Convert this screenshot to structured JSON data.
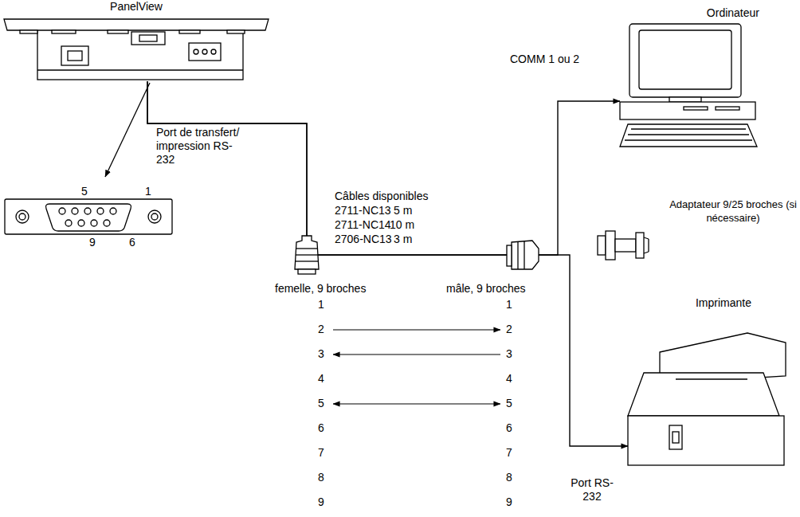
{
  "diagram": {
    "nodes": [
      {
        "text": [
          "PanelView"
        ]
      },
      {
        "text": [
          "Ordinateur"
        ]
      },
      {
        "text": [
          "Imprimante"
        ]
      }
    ],
    "edges": [
      {
        "from": 0,
        "to": 1,
        "arrow": "to"
      },
      {
        "from": 0,
        "to": 2,
        "arrow": "to"
      }
    ],
    "labels": [
      "Port de transfert/ impression RS-232",
      "5",
      "1",
      "9",
      "6",
      "Câbles disponibles",
      "2711-NC13",
      "5 m",
      "2711-NC14",
      "10 m",
      "2706-NC13",
      "3 m",
      "COMM 1 ou 2",
      "Adaptateur 9/25 broches (si nécessaire)",
      "femelle, 9 broches",
      "mâle, 9 broches",
      "1",
      "2",
      "3",
      "4",
      "5",
      "6",
      "7",
      "8",
      "9",
      "1",
      "2",
      "3",
      "4",
      "5",
      "6",
      "7",
      "8",
      "9",
      "Port RS-232"
    ]
  }
}
